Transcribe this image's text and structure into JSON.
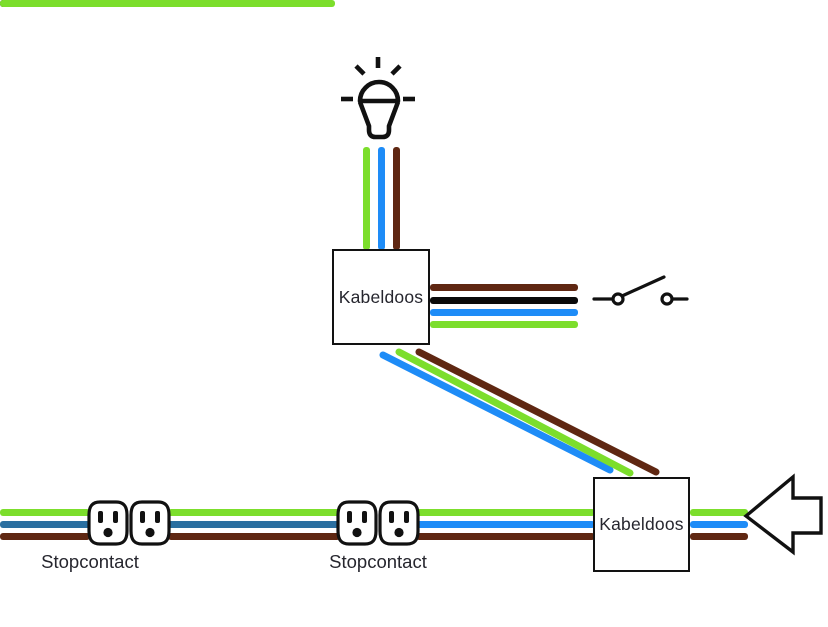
{
  "colors": {
    "wire_green": "#7CDE2C",
    "wire_blue": "#1E8CF7",
    "wire_steel_blue": "#2B6FA0",
    "wire_brown": "#5F2712",
    "wire_black": "#0A0A0A",
    "outline": "#111111",
    "text": "#26262E",
    "background": "#FFFFFF"
  },
  "boxes": [
    {
      "label": "Kabeldoos"
    },
    {
      "label": "Kabeldoos"
    }
  ],
  "outlets": [
    {
      "label": "Stopcontact"
    },
    {
      "label": "Stopcontact"
    }
  ],
  "icons": {
    "lamp": "lamp-icon",
    "switch": "switch-open-icon",
    "outlet": "outlet-icon",
    "arrow": "arrow-left-icon"
  }
}
